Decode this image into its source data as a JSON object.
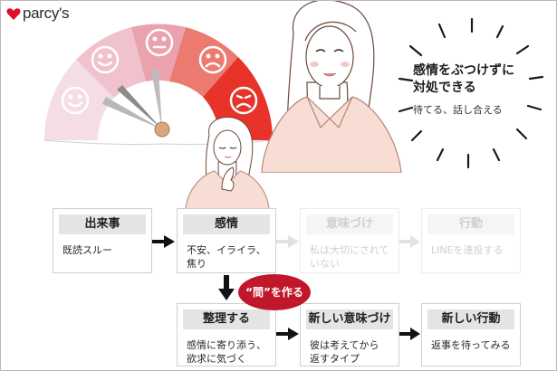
{
  "brand": {
    "logo_text": "parcy's",
    "heart_color": "#e0102a"
  },
  "illustrations": {
    "mood_gauge_icon": "mood-meter-gauge",
    "woman_smiling_icon": "woman-smiling",
    "woman_thinking_icon": "woman-thinking"
  },
  "caption": {
    "main_line1": "感情をぶつけずに",
    "main_line2": "対処できる",
    "sub": "待てる、話し合える"
  },
  "flow_top": [
    {
      "title": "出来事",
      "body": "既読スルー",
      "faded": false
    },
    {
      "title": "感情",
      "body": "不安、イライラ、\n焦り",
      "faded": false
    },
    {
      "title": "意味づけ",
      "body": "私は大切にされて\nいない",
      "faded": true
    },
    {
      "title": "行動",
      "body": "LINEを連投する",
      "faded": true
    }
  ],
  "flow_bottom": [
    {
      "title": "整理する",
      "body": "感情に寄り添う、\n欲求に気づく"
    },
    {
      "title": "新しい意味づけ",
      "body": "彼は考えてから\n返すタイプ"
    },
    {
      "title": "新しい行動",
      "body": "返事を待ってみる"
    }
  ],
  "badge": {
    "label": "“間”を作る",
    "color": "#c0172a"
  },
  "colors": {
    "gauge_red": "#e8332b",
    "gauge_pink": "#f0c7cf",
    "header_gray": "#e4e4e4",
    "arrow": "#111111"
  }
}
